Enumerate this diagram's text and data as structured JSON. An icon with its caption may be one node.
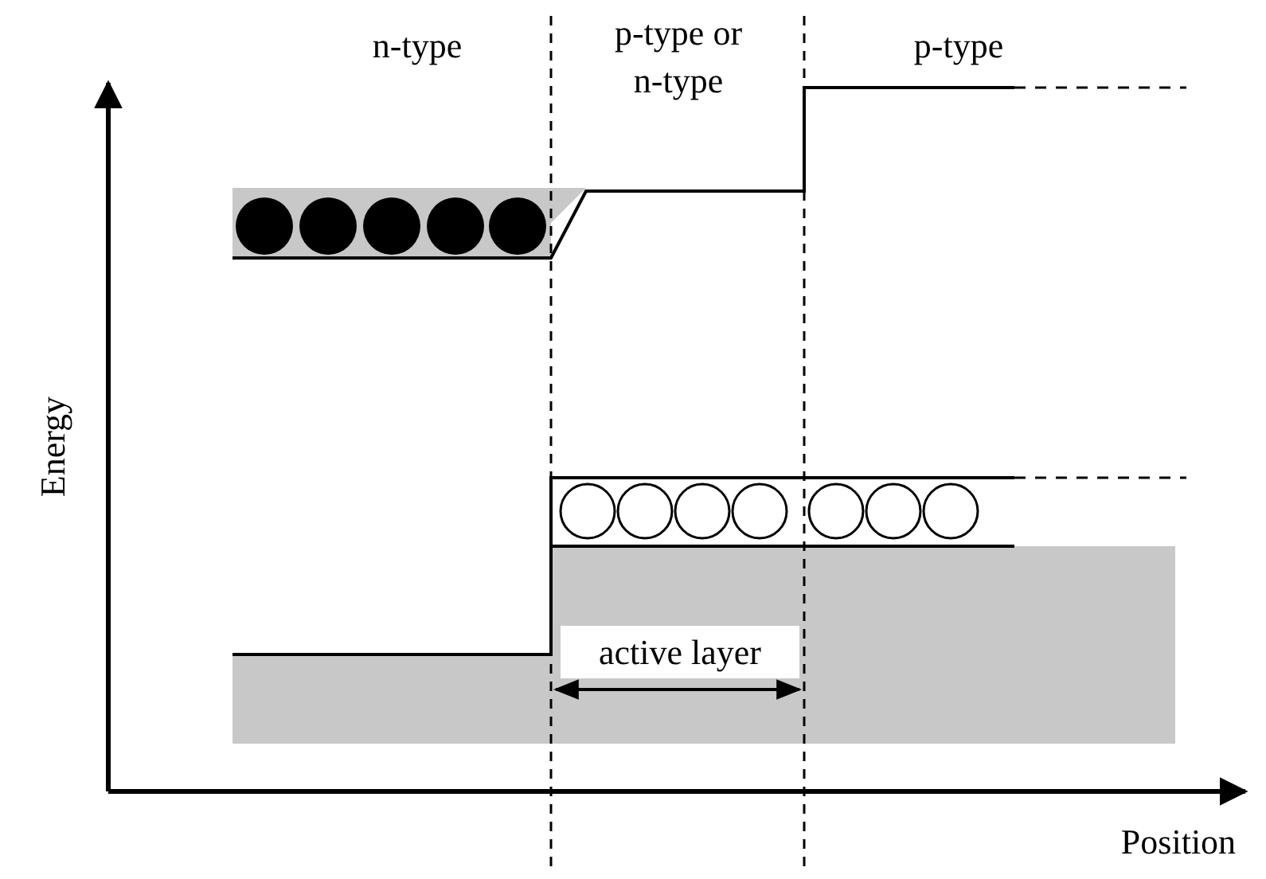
{
  "diagram": {
    "labels": [
      "n-type",
      "p-type or n-type",
      "p-type",
      "Energy",
      "active layer",
      "Position"
    ]
  }
}
